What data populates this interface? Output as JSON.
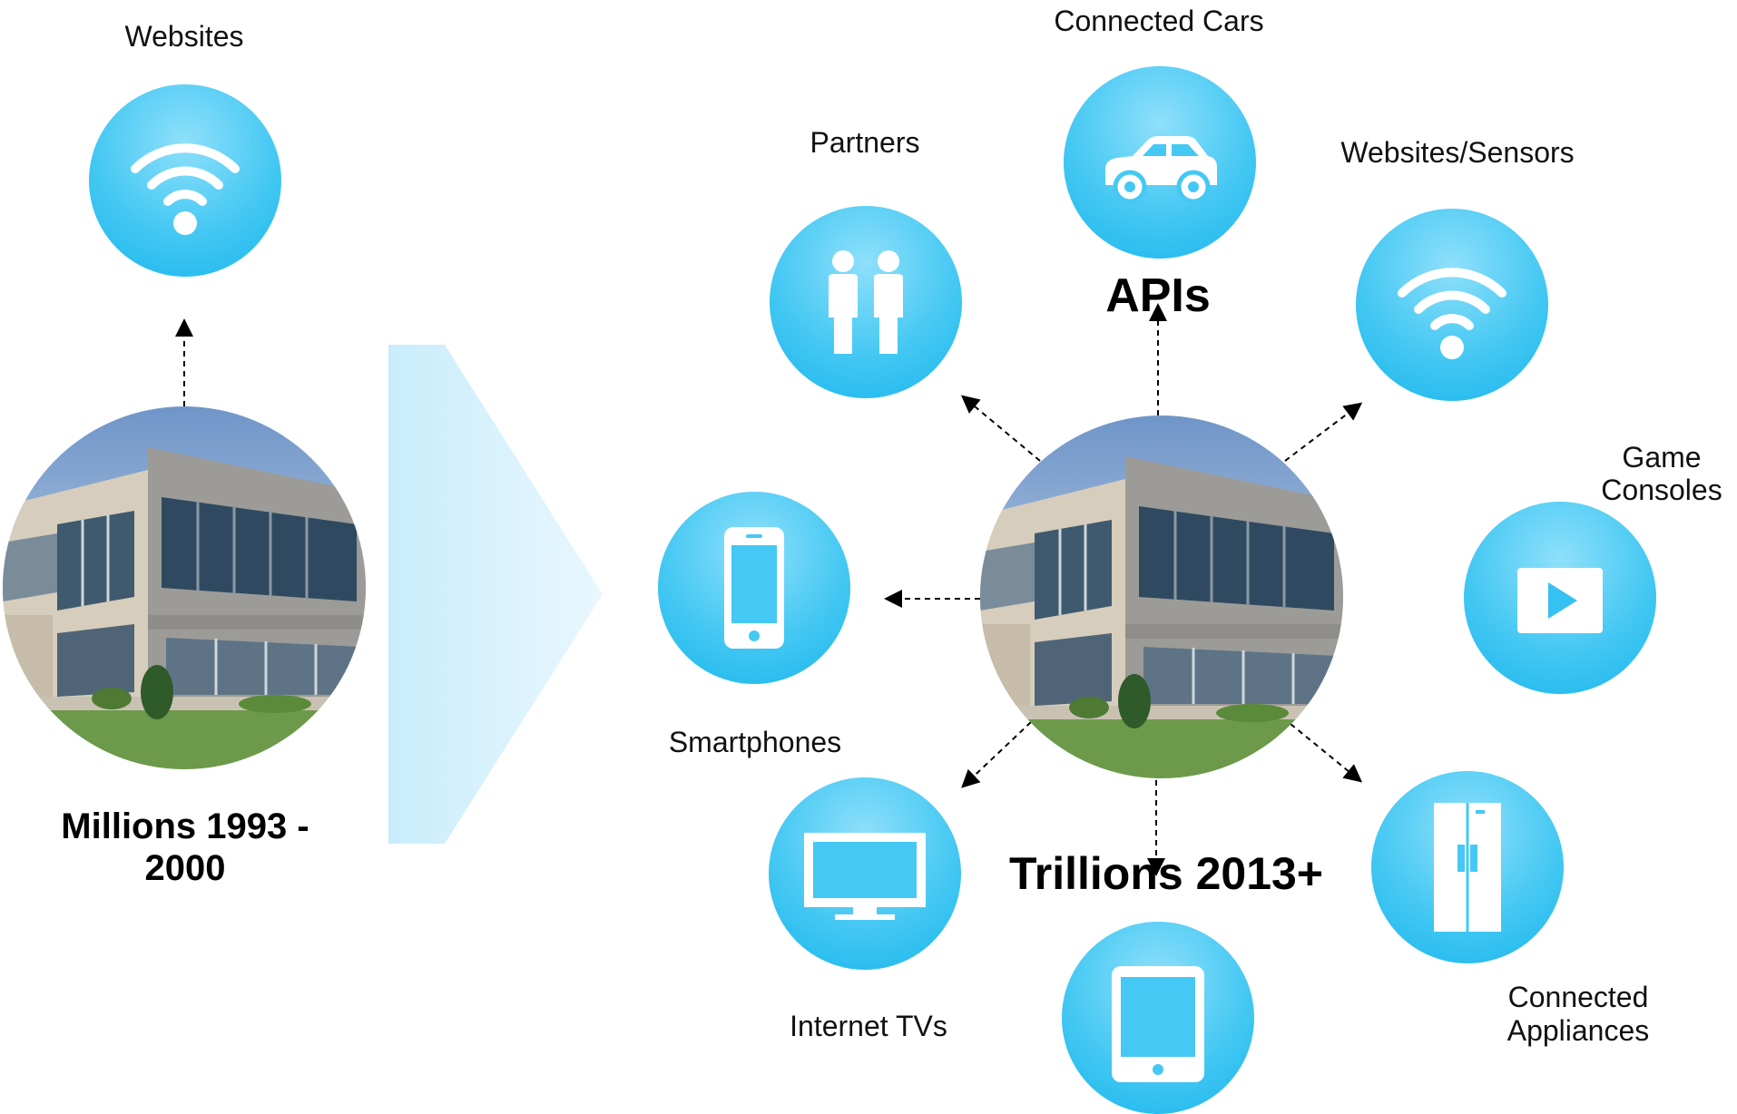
{
  "colors": {
    "circle_blue": "#2cc0f0",
    "chevron_blue": "#cfeefc"
  },
  "left": {
    "top_label": "Websites",
    "top_icon": "wifi-icon",
    "caption_line1": "Millions 1993 -",
    "caption_line2": "2000"
  },
  "right": {
    "apis_label": "APIs",
    "caption": "Trillions 2013+",
    "nodes": [
      {
        "label": "Connected Cars",
        "icon": "car-icon"
      },
      {
        "label": "Partners",
        "icon": "people-icon"
      },
      {
        "label": "Websites/Sensors",
        "icon": "wifi-icon"
      },
      {
        "label_line1": "Game",
        "label_line2": "Consoles",
        "icon": "play-icon"
      },
      {
        "label": "Smartphones",
        "icon": "smartphone-icon"
      },
      {
        "label": "Internet TVs",
        "icon": "tv-icon"
      },
      {
        "label": "",
        "icon": "tablet-icon"
      },
      {
        "label_line1": "Connected",
        "label_line2": "Appliances",
        "icon": "refrigerator-icon"
      }
    ]
  }
}
